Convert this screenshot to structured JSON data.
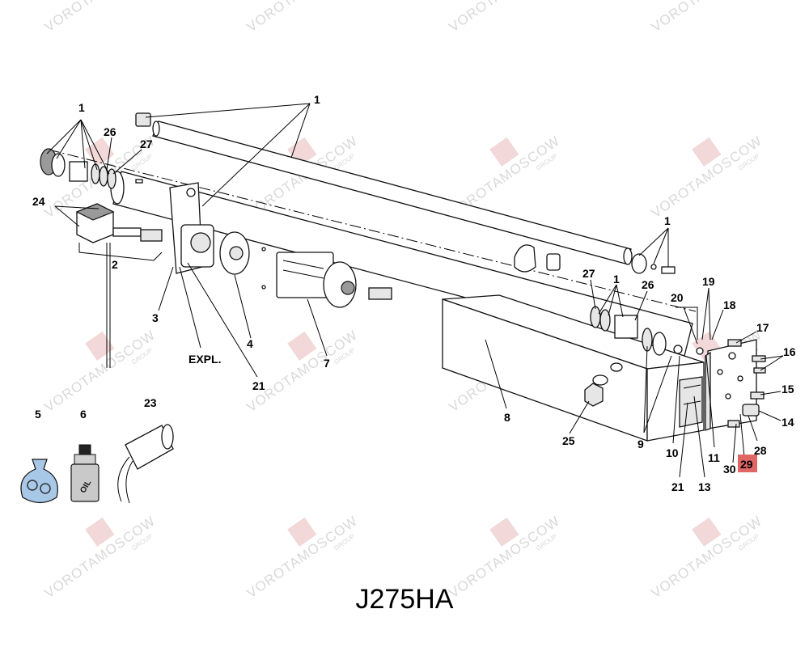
{
  "title": "J275HA",
  "watermark": {
    "text": "VOROTAMOSCOW",
    "sub": "GROUP",
    "color": "#d9d9d9",
    "logo_color": "#e8b8b8"
  },
  "highlight_color": "#e06666",
  "callouts": {
    "c1_top": "1",
    "c1_left": "1",
    "c1_right": "1",
    "c1_mid": "1",
    "c2": "2",
    "c3": "3",
    "c4": "4",
    "c5": "5",
    "c6": "6",
    "c7": "7",
    "c8": "8",
    "c9": "9",
    "c10": "10",
    "c11": "11",
    "c13": "13",
    "c14": "14",
    "c15": "15",
    "c16": "16",
    "c17": "17",
    "c18": "18",
    "c19": "19",
    "c20": "20",
    "c21a": "21",
    "c21b": "21",
    "c23": "23",
    "c24": "24",
    "c25": "25",
    "c26a": "26",
    "c26b": "26",
    "c27a": "27",
    "c27b": "27",
    "c28": "28",
    "c29": "29",
    "c30": "30",
    "expl": "EXPL."
  },
  "oil_label": "OIL"
}
